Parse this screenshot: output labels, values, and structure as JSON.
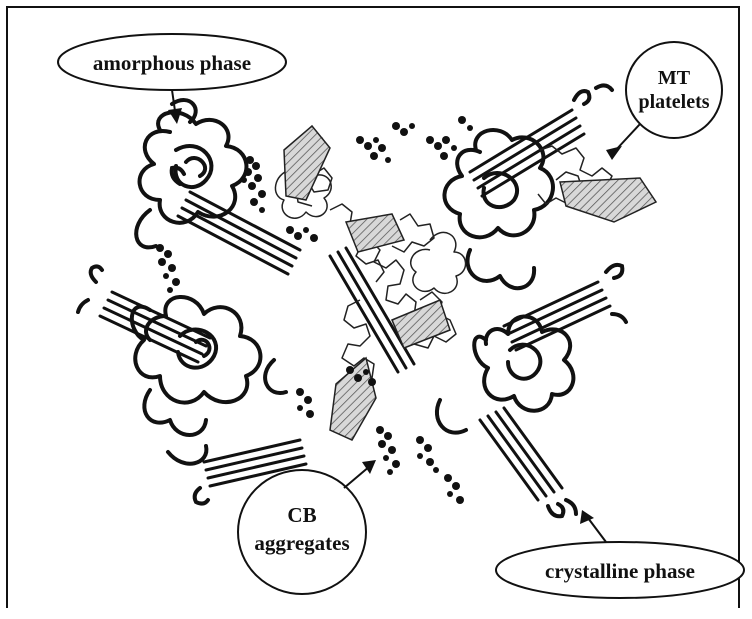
{
  "labels": {
    "amorphous": "amorphous phase",
    "mt_line1": "MT",
    "mt_line2": "platelets",
    "cb_line1": "CB",
    "cb_line2": "aggregates",
    "crystalline": "crystalline phase"
  }
}
